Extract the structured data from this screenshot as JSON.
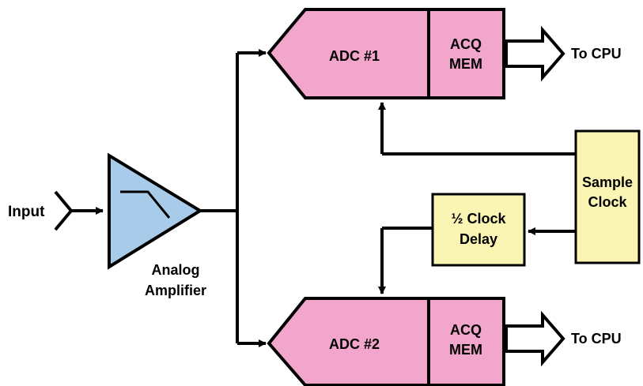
{
  "labels": {
    "input": "Input",
    "amp_line1": "Analog",
    "amp_line2": "Amplifier",
    "adc1": "ADC #1",
    "adc2": "ADC #2",
    "acq_line1": "ACQ",
    "acq_line2": "MEM",
    "to_cpu": "To CPU",
    "sample_line1": "Sample",
    "sample_line2": "Clock",
    "delay_line1": "½ Clock",
    "delay_line2": "Delay"
  },
  "colors": {
    "adc_fill": "#f2a6cc",
    "amp_fill": "#a9cbea",
    "clock_fill": "#fbf5b4",
    "stroke": "#000000",
    "cpu_arrow_fill": "#ffffff"
  }
}
